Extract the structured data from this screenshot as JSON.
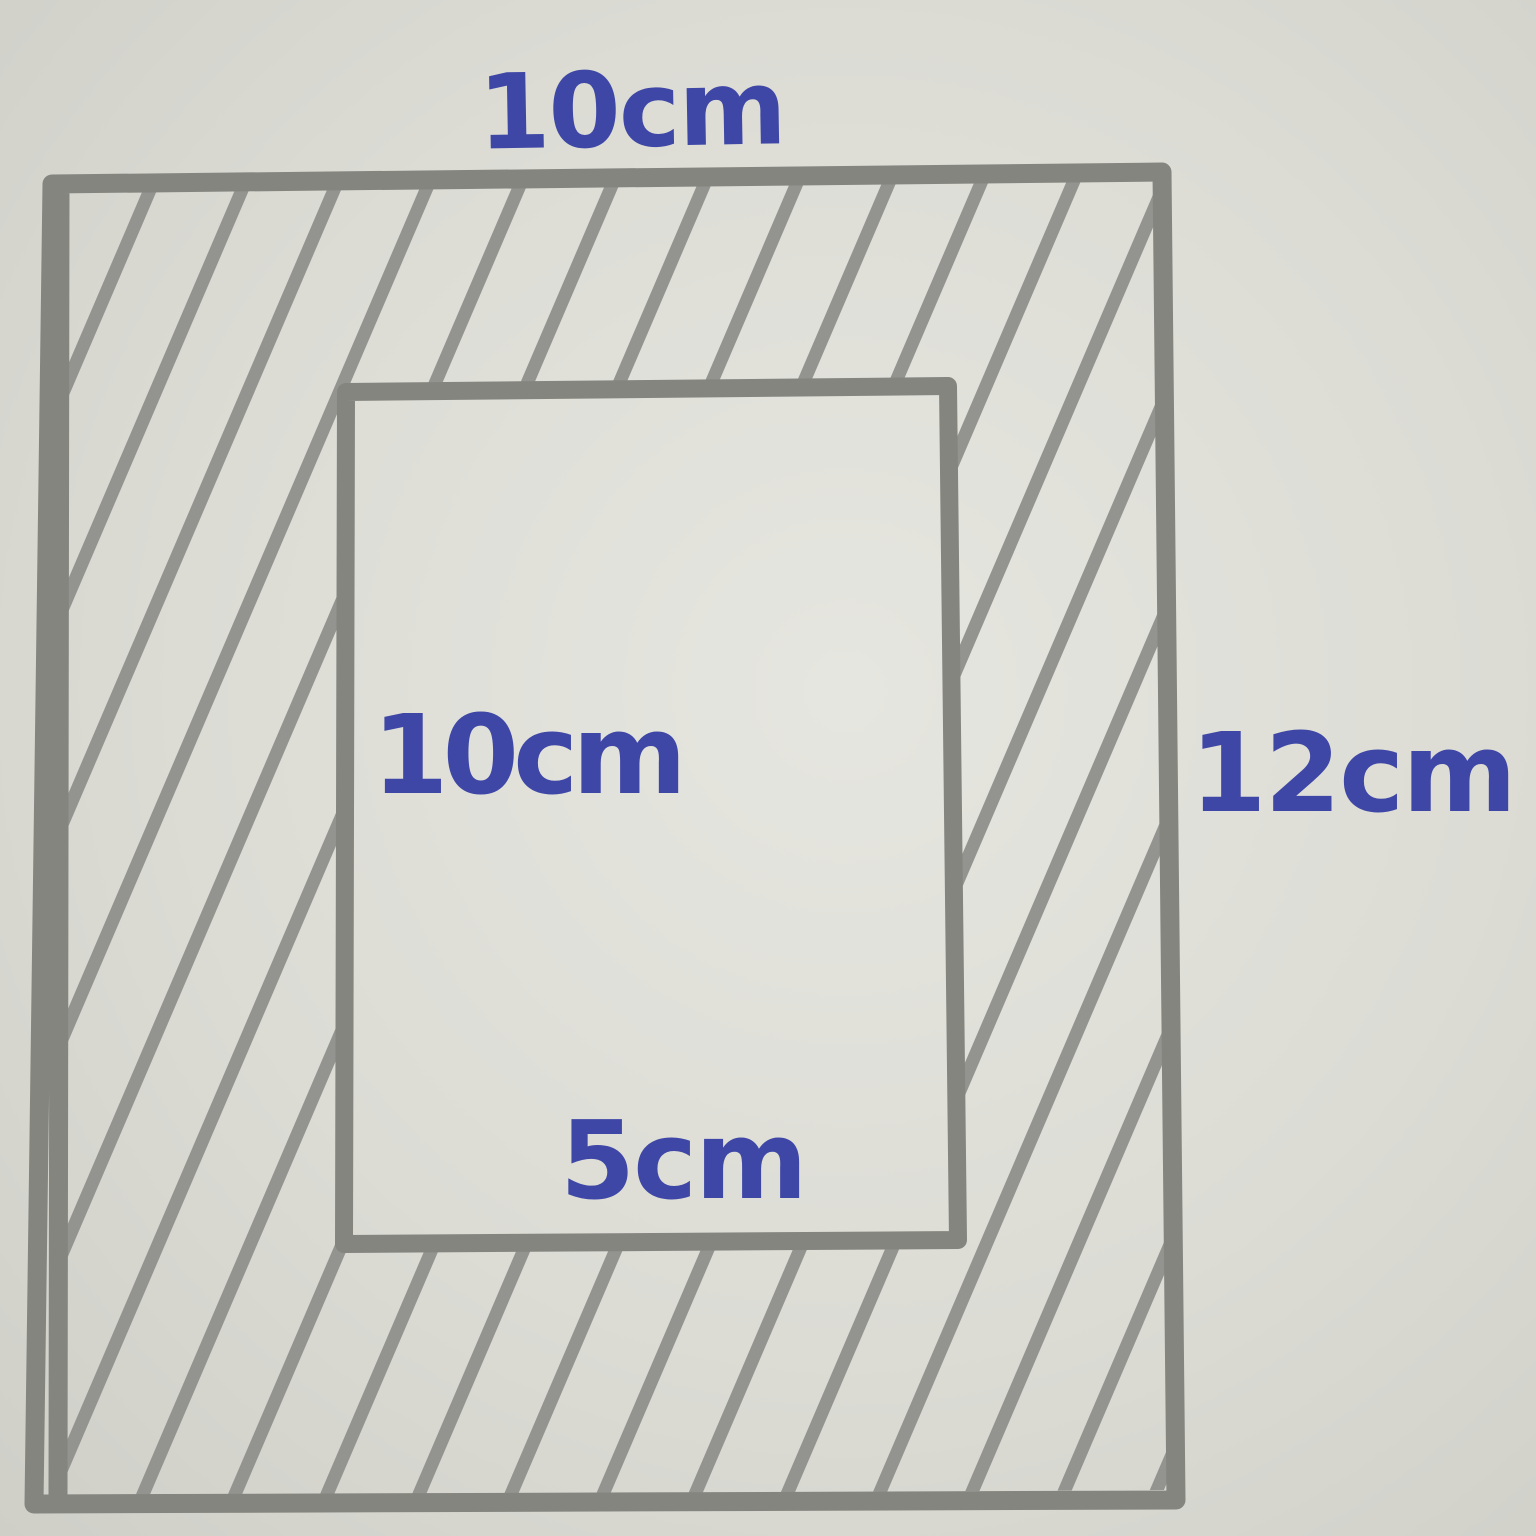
{
  "figure": {
    "outer_width_label": "10cm",
    "outer_height_label": "12cm",
    "inner_height_label": "10cm",
    "inner_width_label": "5cm"
  },
  "colors": {
    "paper": "#dcdcd5",
    "pencil": "#8a8a86",
    "ink": "#3f47a6"
  }
}
